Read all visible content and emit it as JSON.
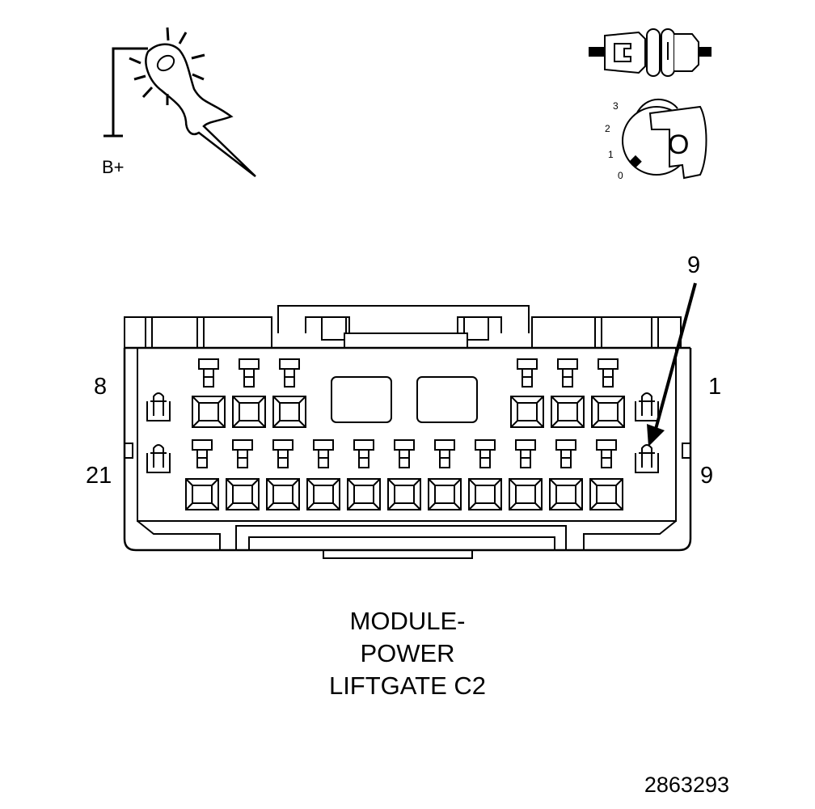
{
  "diagram": {
    "caption_lines": [
      "MODULE-",
      "POWER",
      "LIFTGATE C2"
    ],
    "figure_number": "2863293",
    "probe_label": "B+",
    "key_positions": [
      "3",
      "2",
      "1",
      "0"
    ],
    "key_letter": "O",
    "pin_labels": {
      "top_left": "8",
      "top_right": "1",
      "bottom_left": "21",
      "bottom_right": "9",
      "arrow_callout": "9"
    },
    "rows": {
      "top_left_pins": 3,
      "top_right_pins": 3,
      "bottom_pins": 11
    }
  }
}
